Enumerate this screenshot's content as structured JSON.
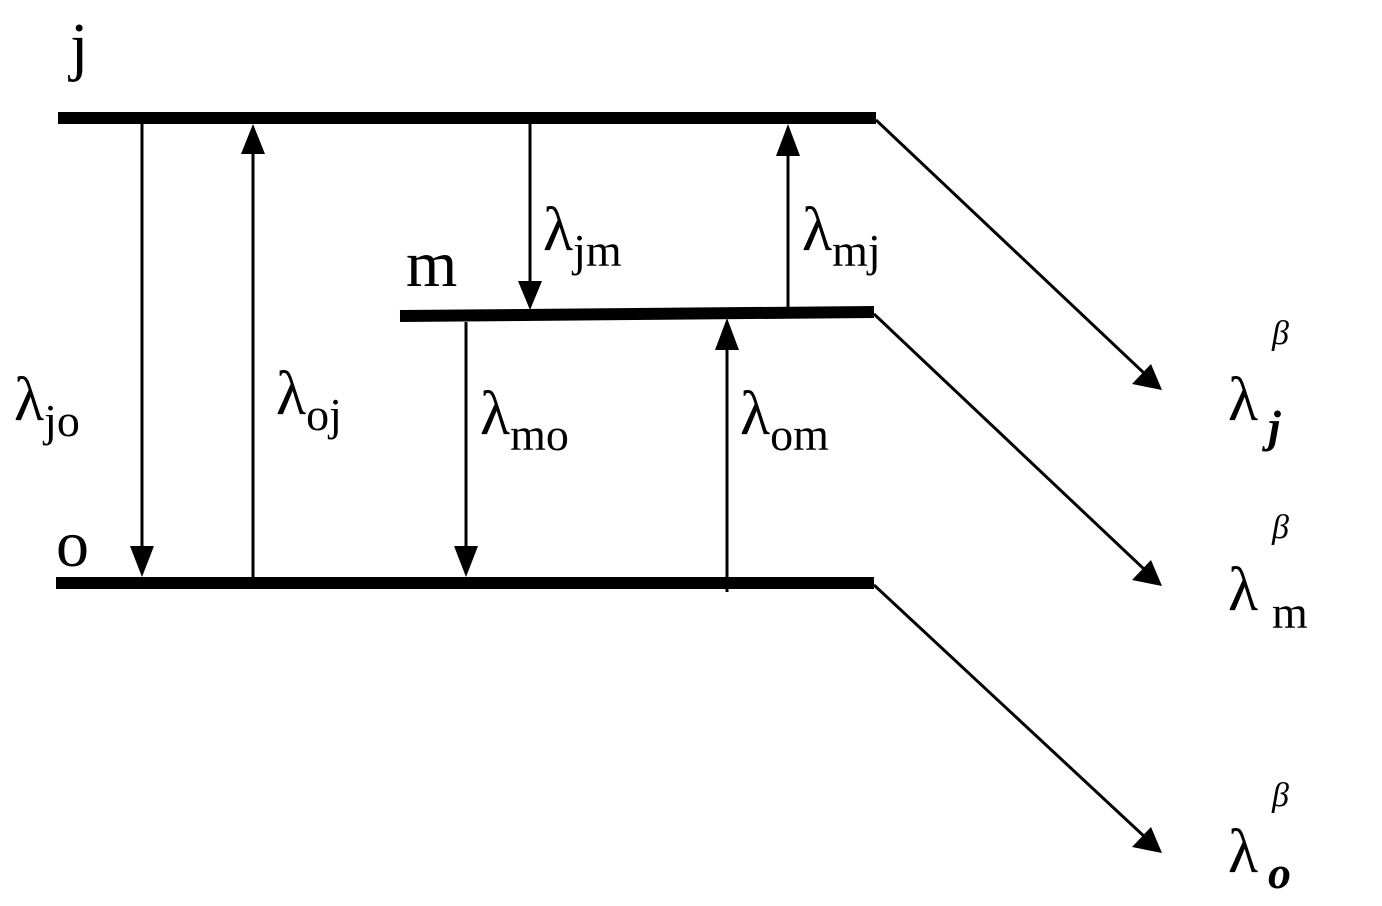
{
  "levels": {
    "j": "j",
    "m": "m",
    "o": "o"
  },
  "transitions": {
    "jo": {
      "symbol": "λ",
      "subscript": "jo"
    },
    "oj": {
      "symbol": "λ",
      "subscript": "oj"
    },
    "jm": {
      "symbol": "λ",
      "subscript": "jm"
    },
    "mj": {
      "symbol": "λ",
      "subscript": "mj"
    },
    "mo": {
      "symbol": "λ",
      "subscript": "mo"
    },
    "om": {
      "symbol": "λ",
      "subscript": "om"
    }
  },
  "decays": {
    "j": {
      "symbol": "λ",
      "superscript": "β",
      "subscript": "j"
    },
    "m": {
      "symbol": "λ",
      "superscript": "β",
      "subscript": "m"
    },
    "o": {
      "symbol": "λ",
      "superscript": "β",
      "subscript": "o"
    }
  }
}
